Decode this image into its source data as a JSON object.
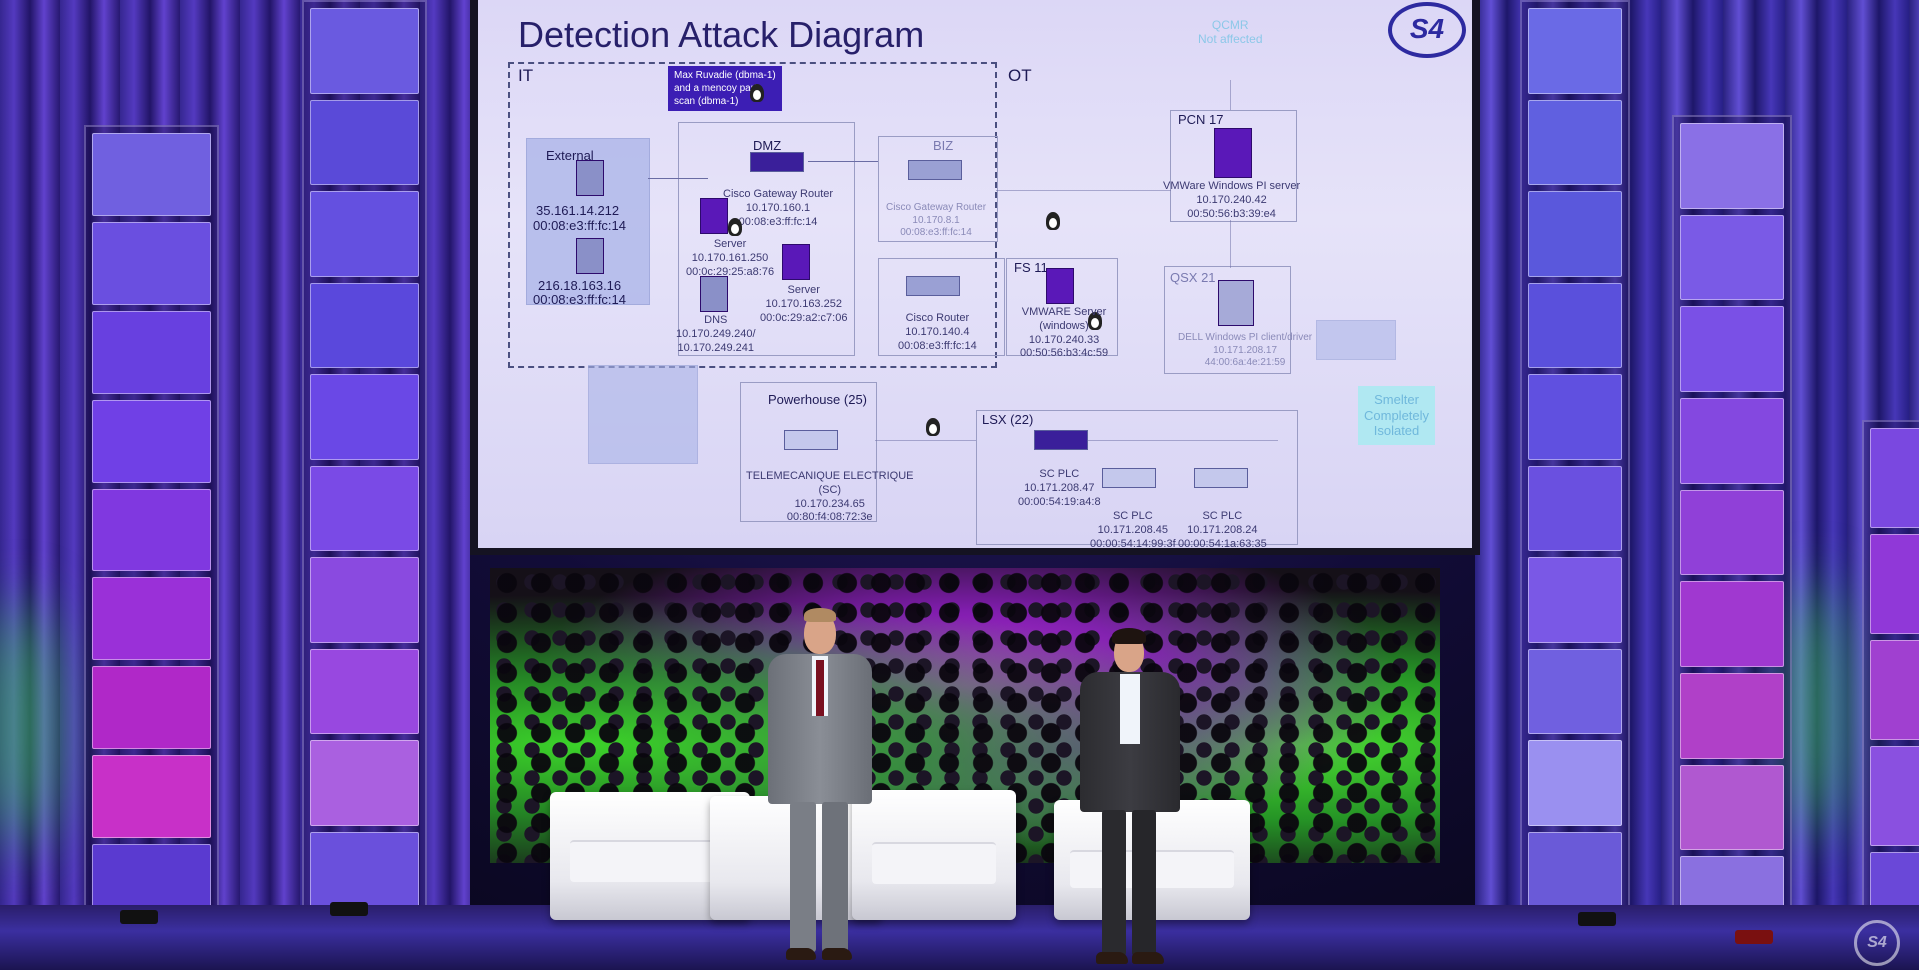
{
  "slide": {
    "title": "Detection Attack Diagram",
    "logo_text": "S4",
    "zones": {
      "it": "IT",
      "ot": "OT"
    },
    "callout": "Max Ruvadie (dbma-1)\nand a mencoy part\nscan (dbma-1)",
    "faint_top_right": "QCMR\nNot affected",
    "external": {
      "label": "External",
      "host1_ip": "35.161.14.212",
      "host1_mac": "00:08:e3:ff:fc:14",
      "host2_ip": "216.18.163.16",
      "host2_mac": "00:08:e3:ff:fc:14"
    },
    "dmz": {
      "label": "DMZ",
      "router": "Cisco Gateway Router\n10.170.160.1\n00:08:e3:ff:fc:14",
      "server1": "Server\n10.170.161.250\n00:0c:29:25:a8:76",
      "server2": "Server\n10.170.163.252\n00:0c:29:a2:c7:06",
      "dns": "DNS\n10.170.249.240/\n10.170.249.241"
    },
    "biz": {
      "label": "BIZ",
      "router": "Cisco Gateway Router\n10.170.8.1\n00:08:e3:ff:fc:14"
    },
    "cisco_router": "Cisco Router\n10.170.140.4\n00:08:e3:ff:fc:14",
    "fs": {
      "label": "FS 11",
      "server": "VMWARE Server\n(windows)\n10.170.240.33\n00:50:56:b3:4c:59"
    },
    "pcn": {
      "label": "PCN 17",
      "server": "VMWare Windows PI server\n10.170.240.42\n00:50:56:b3:39:e4"
    },
    "qsx": {
      "label": "QSX 21",
      "server": "DELL Windows PI client/driver\n10.171.208.17\n44:00:6a:4e:21:59"
    },
    "powerhouse": {
      "label": "Powerhouse (25)",
      "device": "TELEMECANIQUE ELECTRIQUE\n(SC)\n10.170.234.65\n00:80:f4:08:72:3e"
    },
    "lsx": {
      "label": "LSX (22)",
      "plc1": "SC PLC\n10.171.208.47\n00:00:54:19:a4:8",
      "plc2": "SC PLC\n10.171.208.45\n00:00:54:14:99:3f",
      "plc3": "SC PLC\n10.171.208.24\n00:00:54:1a:63:35"
    },
    "smelter_note": "Smelter\nCompletely\nIsolated"
  },
  "watermark": "S4"
}
